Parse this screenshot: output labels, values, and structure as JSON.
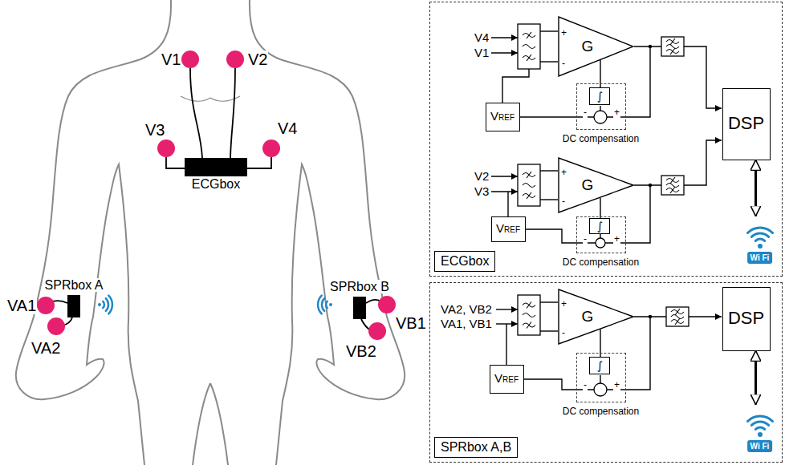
{
  "diagram": {
    "nodes": [
      {
        "text": [
          "ECGbox"
        ]
      },
      {
        "text": [
          "SPRbox A"
        ]
      },
      {
        "text": [
          "SPRbox B"
        ]
      },
      {
        "text": [
          "ECGbox"
        ]
      },
      {
        "text": [
          "G"
        ],
        "in": 3
      },
      {
        "text": [
          "DC compensation"
        ],
        "in": 3
      },
      {
        "text": [
          "∫"
        ],
        "in": 5
      },
      {
        "text": [
          "VREF"
        ],
        "in": 3
      },
      {
        "text": [
          "G"
        ],
        "in": 3
      },
      {
        "text": [
          "DC compensation"
        ],
        "in": 3
      },
      {
        "text": [
          "∫"
        ],
        "in": 9
      },
      {
        "text": [
          "VREF"
        ],
        "in": 3
      },
      {
        "text": [
          "DSP"
        ],
        "in": 3
      },
      {
        "text": [
          "Wi Fi"
        ],
        "in": 3
      },
      {
        "text": [
          "SPRbox A,B"
        ]
      },
      {
        "text": [
          "G"
        ],
        "in": 14
      },
      {
        "text": [
          "DC compensation"
        ],
        "in": 14
      },
      {
        "text": [
          "∫"
        ],
        "in": 16
      },
      {
        "text": [
          "VREF"
        ],
        "in": 14
      },
      {
        "text": [
          "DSP"
        ],
        "in": 14
      },
      {
        "text": [
          "Wi Fi"
        ],
        "in": 14
      }
    ],
    "edges": [
      {
        "from": 12,
        "to": 13,
        "arrow": "both"
      },
      {
        "from": 19,
        "to": 20,
        "arrow": "both"
      }
    ],
    "labels": [
      "V1",
      "V2",
      "V3",
      "V4",
      "VA1",
      "VA2",
      "VB1",
      "VB2",
      "V4",
      "V1",
      "+",
      "-",
      "-",
      "+",
      "V2",
      "V3",
      "+",
      "-",
      "-",
      "+",
      "VA2, VB2",
      "VA1, VB1",
      "+",
      "-",
      "-",
      "+"
    ]
  }
}
